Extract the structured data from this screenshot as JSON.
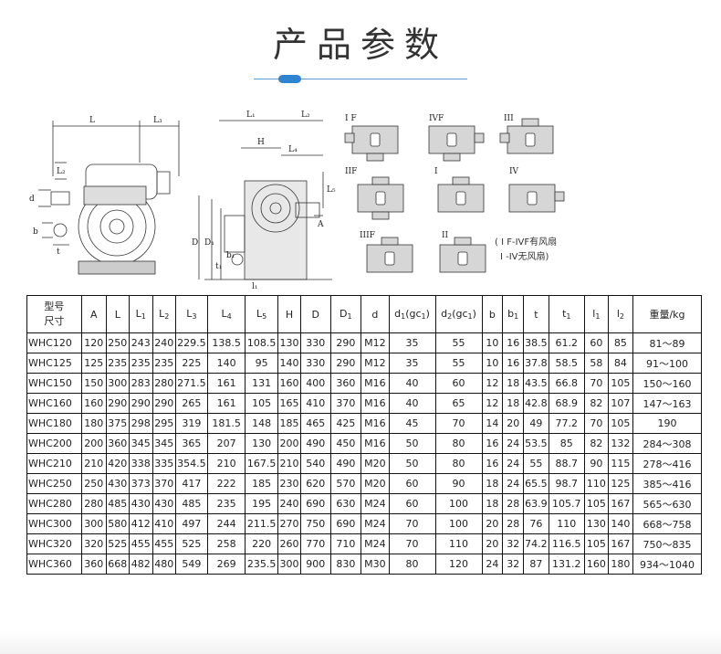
{
  "title": "产品参数",
  "drawings": {
    "dim_labels": {
      "L": "L",
      "L3": "L₃",
      "L1": "L₁",
      "L5": "L₅",
      "H": "H",
      "L4": "L₄",
      "L2": "L₂",
      "d": "d",
      "b": "b",
      "t": "t",
      "D": "D",
      "D1": "D₁",
      "A": "A",
      "t1": "t₁",
      "b1": "b₁",
      "l1": "l₁"
    },
    "variants": [
      "I F",
      "IVF",
      "III",
      "IIF",
      "I",
      "IV",
      "IIIF",
      "II"
    ],
    "caption_line1": "( I F-IVF有风扇",
    "caption_line2": "I -IV无风扇)"
  },
  "table": {
    "header_model_line1": "型号",
    "header_model_line2": "尺寸",
    "columns": [
      {
        "base": "A",
        "sub": ""
      },
      {
        "base": "L",
        "sub": ""
      },
      {
        "base": "L",
        "sub": "1"
      },
      {
        "base": "L",
        "sub": "2"
      },
      {
        "base": "L",
        "sub": "3"
      },
      {
        "base": "L",
        "sub": "4"
      },
      {
        "base": "L",
        "sub": "5"
      },
      {
        "base": "H",
        "sub": ""
      },
      {
        "base": "D",
        "sub": ""
      },
      {
        "base": "D",
        "sub": "1"
      },
      {
        "base": "d",
        "sub": ""
      },
      {
        "base": "d",
        "sub": "1",
        "suffix": "(gc",
        "sub2": "1",
        "end": ")"
      },
      {
        "base": "d",
        "sub": "2",
        "suffix": "(gc",
        "sub2": "1",
        "end": ")"
      },
      {
        "base": "b",
        "sub": ""
      },
      {
        "base": "b",
        "sub": "1"
      },
      {
        "base": "t",
        "sub": ""
      },
      {
        "base": "t",
        "sub": "1"
      },
      {
        "base": "l",
        "sub": "1"
      },
      {
        "base": "l",
        "sub": "2"
      },
      {
        "base": "重量/kg",
        "sub": ""
      }
    ],
    "rows": [
      [
        "WHC120",
        "120",
        "250",
        "243",
        "240",
        "229.5",
        "138.5",
        "108.5",
        "130",
        "330",
        "290",
        "M12",
        "35",
        "55",
        "10",
        "16",
        "38.5",
        "61.2",
        "60",
        "85",
        "81～89"
      ],
      [
        "WHC125",
        "125",
        "235",
        "235",
        "235",
        "225",
        "140",
        "95",
        "140",
        "330",
        "290",
        "M12",
        "35",
        "55",
        "10",
        "16",
        "37.8",
        "58.5",
        "58",
        "84",
        "91～100"
      ],
      [
        "WHC150",
        "150",
        "300",
        "283",
        "280",
        "271.5",
        "161",
        "131",
        "160",
        "400",
        "360",
        "M16",
        "40",
        "60",
        "12",
        "18",
        "43.5",
        "66.8",
        "70",
        "105",
        "150～160"
      ],
      [
        "WHC160",
        "160",
        "290",
        "290",
        "290",
        "265",
        "161",
        "105",
        "165",
        "410",
        "370",
        "M16",
        "40",
        "65",
        "12",
        "18",
        "42.8",
        "68.9",
        "82",
        "107",
        "147～163"
      ],
      [
        "WHC180",
        "180",
        "375",
        "298",
        "295",
        "319",
        "181.5",
        "148",
        "185",
        "465",
        "425",
        "M16",
        "45",
        "70",
        "14",
        "20",
        "49",
        "77.2",
        "70",
        "105",
        "190"
      ],
      [
        "WHC200",
        "200",
        "360",
        "345",
        "345",
        "365",
        "207",
        "130",
        "200",
        "490",
        "450",
        "M16",
        "50",
        "80",
        "16",
        "24",
        "53.5",
        "85",
        "82",
        "132",
        "284～308"
      ],
      [
        "WHC210",
        "210",
        "420",
        "338",
        "335",
        "354.5",
        "210",
        "167.5",
        "210",
        "540",
        "490",
        "M20",
        "50",
        "80",
        "16",
        "24",
        "55",
        "88.7",
        "90",
        "115",
        "278～416"
      ],
      [
        "WHC250",
        "250",
        "430",
        "373",
        "370",
        "417",
        "222",
        "185",
        "230",
        "620",
        "570",
        "M20",
        "60",
        "90",
        "18",
        "24",
        "65.5",
        "98.7",
        "110",
        "125",
        "385～416"
      ],
      [
        "WHC280",
        "280",
        "485",
        "430",
        "430",
        "485",
        "235",
        "195",
        "240",
        "690",
        "630",
        "M24",
        "60",
        "100",
        "18",
        "28",
        "63.9",
        "105.7",
        "105",
        "167",
        "565～630"
      ],
      [
        "WHC300",
        "300",
        "580",
        "412",
        "410",
        "497",
        "244",
        "211.5",
        "270",
        "750",
        "690",
        "M24",
        "70",
        "100",
        "20",
        "28",
        "76",
        "110",
        "130",
        "140",
        "668～758"
      ],
      [
        "WHC320",
        "320",
        "525",
        "455",
        "455",
        "525",
        "258",
        "220",
        "260",
        "770",
        "710",
        "M24",
        "70",
        "110",
        "20",
        "32",
        "74.2",
        "116.5",
        "105",
        "167",
        "750～835"
      ],
      [
        "WHC360",
        "360",
        "668",
        "482",
        "480",
        "549",
        "269",
        "235.5",
        "300",
        "900",
        "830",
        "M30",
        "80",
        "120",
        "24",
        "32",
        "87",
        "131.2",
        "160",
        "180",
        "934～1040"
      ]
    ]
  }
}
